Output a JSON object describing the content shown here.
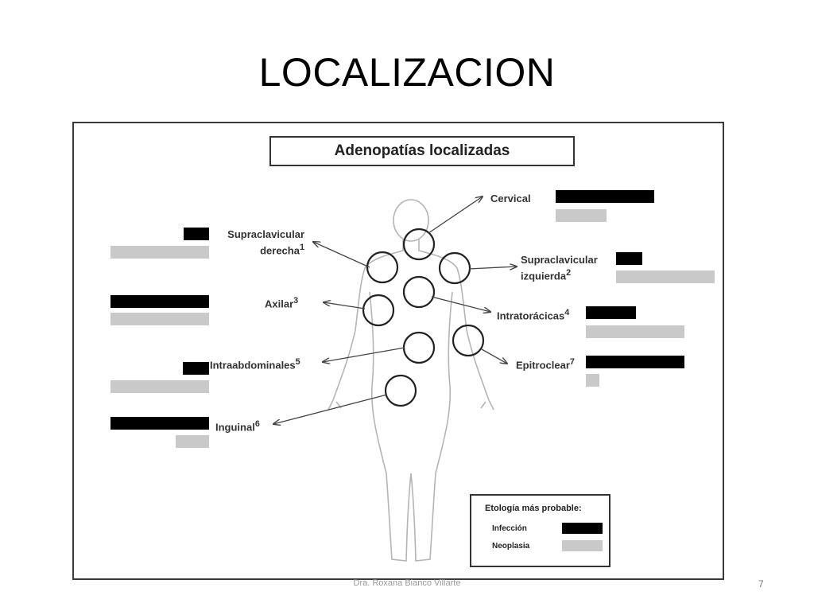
{
  "slide": {
    "title": "LOCALIZACION",
    "footer": "Dra. Roxana Bianco Villarte",
    "number": "7"
  },
  "figure": {
    "title": "Adenopatías localizadas",
    "regions": [
      {
        "id": "cervical",
        "label": "Cervical",
        "infeccion": 1.0,
        "neoplasia": 0.52
      },
      {
        "id": "supraclavicular-derecha",
        "label": "Supraclavicular",
        "label_line2": "derecha",
        "sup": "1",
        "infeccion": 0.26,
        "neoplasia": 1.0
      },
      {
        "id": "supraclavicular-izquierda",
        "label": "Supraclavicular",
        "label_line2": "izquierda",
        "sup": "2",
        "infeccion": 0.27,
        "neoplasia": 1.0
      },
      {
        "id": "axilar",
        "label": "Axilar",
        "sup": "3",
        "infeccion": 1.0,
        "neoplasia": 1.0
      },
      {
        "id": "intratoracicas",
        "label": "Intratorácicas",
        "sup": "4",
        "infeccion": 0.51,
        "neoplasia": 1.0
      },
      {
        "id": "intraabdominales",
        "label": "Intraabdominales",
        "sup": "5",
        "infeccion": 0.27,
        "neoplasia": 1.0
      },
      {
        "id": "epitroclear",
        "label": "Epitroclear",
        "sup": "7",
        "infeccion": 1.0,
        "neoplasia": 0.14
      },
      {
        "id": "inguinal",
        "label": "Inguinal",
        "sup": "6",
        "infeccion": 1.0,
        "neoplasia": 0.34
      }
    ],
    "legend": {
      "title": "Etología más probable:",
      "items": [
        {
          "label": "Infección",
          "color": "#000000"
        },
        {
          "label": "Neoplasia",
          "color": "#c9c9c9"
        }
      ]
    }
  }
}
